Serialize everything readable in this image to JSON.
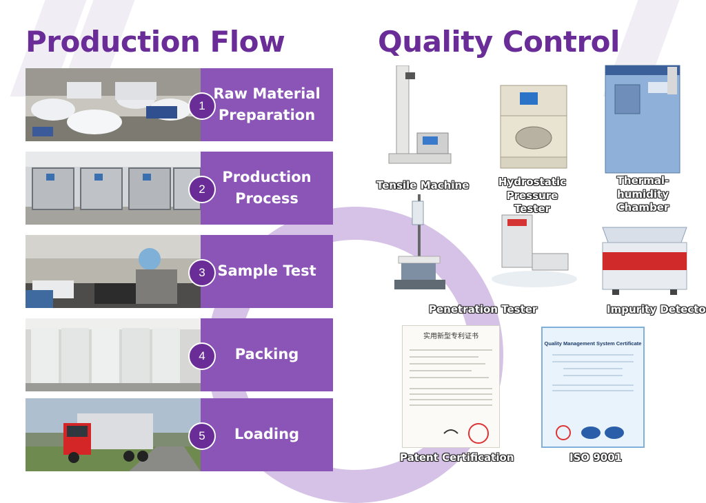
{
  "production_flow": {
    "title": "Production Flow",
    "steps": [
      {
        "num": "1",
        "label": "Raw Material Preparation"
      },
      {
        "num": "2",
        "label": "Production Process"
      },
      {
        "num": "3",
        "label": "Sample Test"
      },
      {
        "num": "4",
        "label": "Packing"
      },
      {
        "num": "5",
        "label": "Loading"
      }
    ]
  },
  "quality_control": {
    "title": "Quality Control",
    "equipment": [
      {
        "label": "Tensile Machine"
      },
      {
        "label": "Hydrostatic Pressure\nTester"
      },
      {
        "label": "Thermal-humidity\nChamber"
      },
      {
        "label": "Penetration Tester"
      },
      {
        "label": "Impurity Detector"
      }
    ],
    "certificates": [
      {
        "label": "Patent Certification",
        "heading": "实用新型专利证书"
      },
      {
        "label": "ISO 9001",
        "heading": "Quality Management System Certificate"
      }
    ]
  },
  "colors": {
    "accent": "#6a2d98",
    "panel": "#8a55b6",
    "arc": "#b48fd2"
  }
}
